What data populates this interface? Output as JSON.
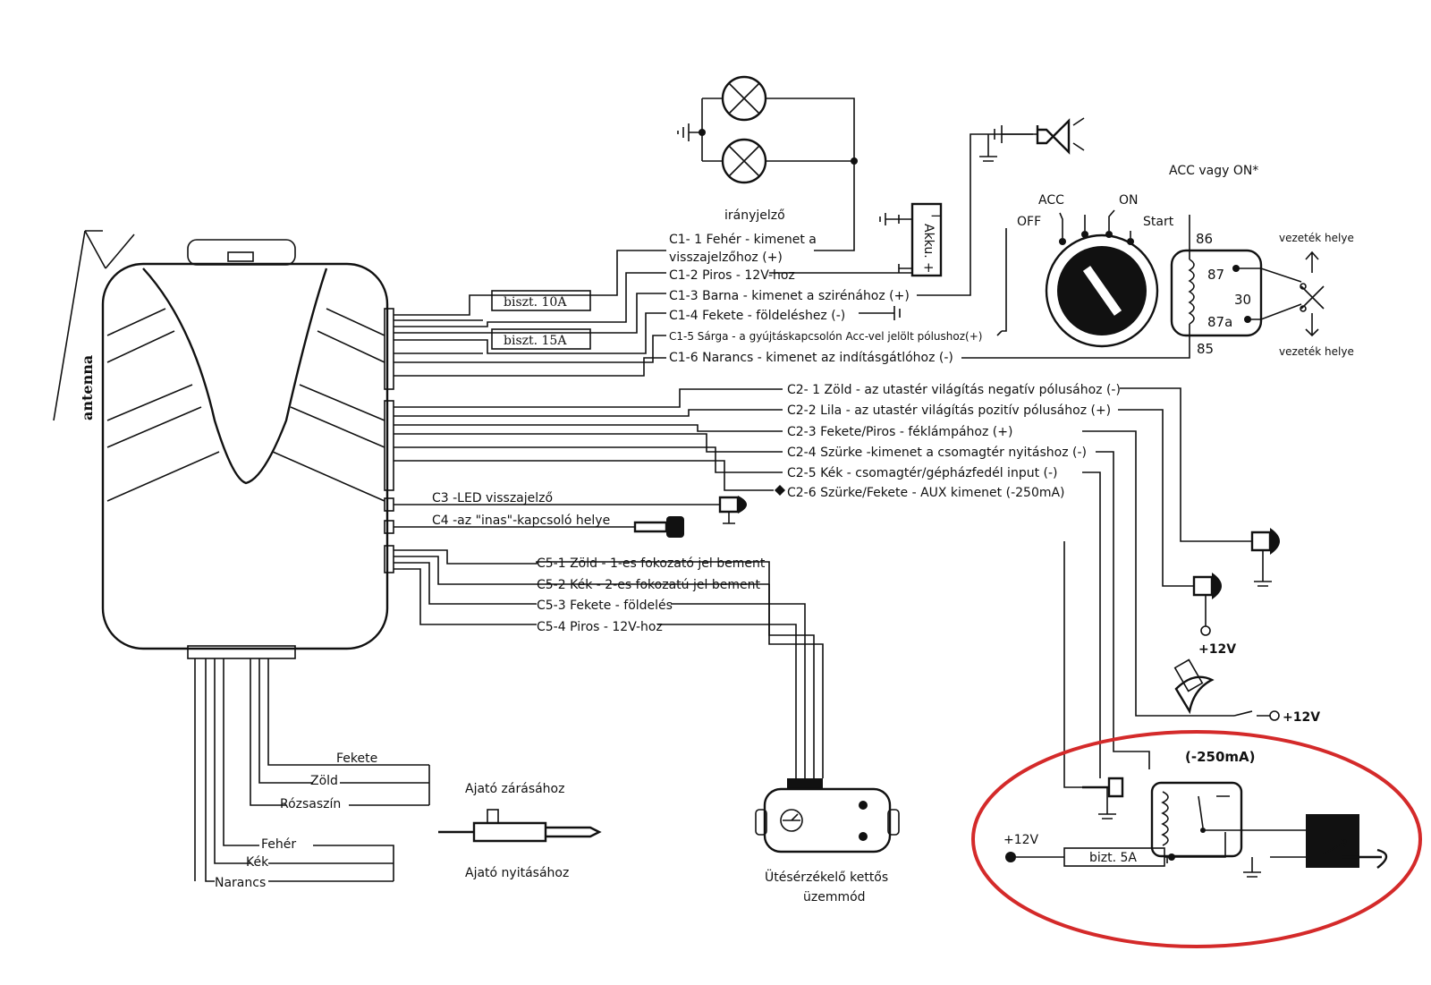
{
  "labels": {
    "antenna": "antenna",
    "indicator": "irányjelző",
    "akku": "Akku.",
    "akku_minus": "−",
    "akku_plus": "+",
    "fuse10": "biszt. 10A",
    "fuse15": "biszt. 15A",
    "fuse5": "bizt. 5A",
    "acc_or_on": "ACC vagy ON*",
    "ign_acc": "ACC",
    "ign_on": "ON",
    "ign_off": "OFF",
    "ign_start": "Start",
    "relay_86": "86",
    "relay_87": "87",
    "relay_30": "30",
    "relay_87a": "87a",
    "relay_85": "85",
    "wire_place_1": "vezeték helye",
    "wire_place_2": "vezeték helye",
    "plus12v_1": "+12V",
    "plus12v_2": "+12V",
    "plus12v_3": "+12V",
    "aux_current": "(-250mA)",
    "door_lock": "Ajató zárásához",
    "door_open": "Ajató nyitásához",
    "shock_sensor_1": "Ütésérzékelő kettős",
    "shock_sensor_2": "üzemmód",
    "wire_black": "Fekete",
    "wire_green": "Zöld",
    "wire_pink": "Rózsaszín",
    "wire_white": "Fehér",
    "wire_blue": "Kék",
    "wire_orange": "Narancs"
  },
  "c1": [
    "C1- 1 Fehér - kimenet a",
    "visszajelzőhoz (+)",
    "C1-2 Piros - 12V-hoz",
    "C1-3 Barna - kimenet a szirénához (+)",
    "C1-4 Fekete - földeléshez (-)",
    "C1-5 Sárga - a gyújtáskapcsolón Acc-vel jelölt pólushoz(+)",
    "C1-6 Narancs - kimenet az indításgátlóhoz (-)"
  ],
  "c2": [
    "C2- 1 Zöld - az utastér világítás negatív pólusához (-)",
    "C2-2 Lila - az utastér világítás pozitív pólusához (+)",
    "C2-3 Fekete/Piros - féklámpához (+)",
    "C2-4 Szürke -kimenet a csomagtér nyitáshoz (-)",
    "C2-5 Kék - csomagtér/gépházfedél input (-)",
    "C2-6 Szürke/Fekete - AUX kimenet (-250mA)"
  ],
  "c3": "C3 -LED visszajelző",
  "c4": "C4 -az \"inas\"-kapcsoló helye",
  "c5": [
    "C5-1 Zöld - 1-es fokozató jel bement",
    "C5-2 Kék - 2-es fokozatú jel bement",
    "C5-3 Fekete - földelés",
    "C5-4 Piros - 12V-hoz"
  ],
  "colors": {
    "ink": "#111111",
    "highlight": "#d42a2a"
  }
}
